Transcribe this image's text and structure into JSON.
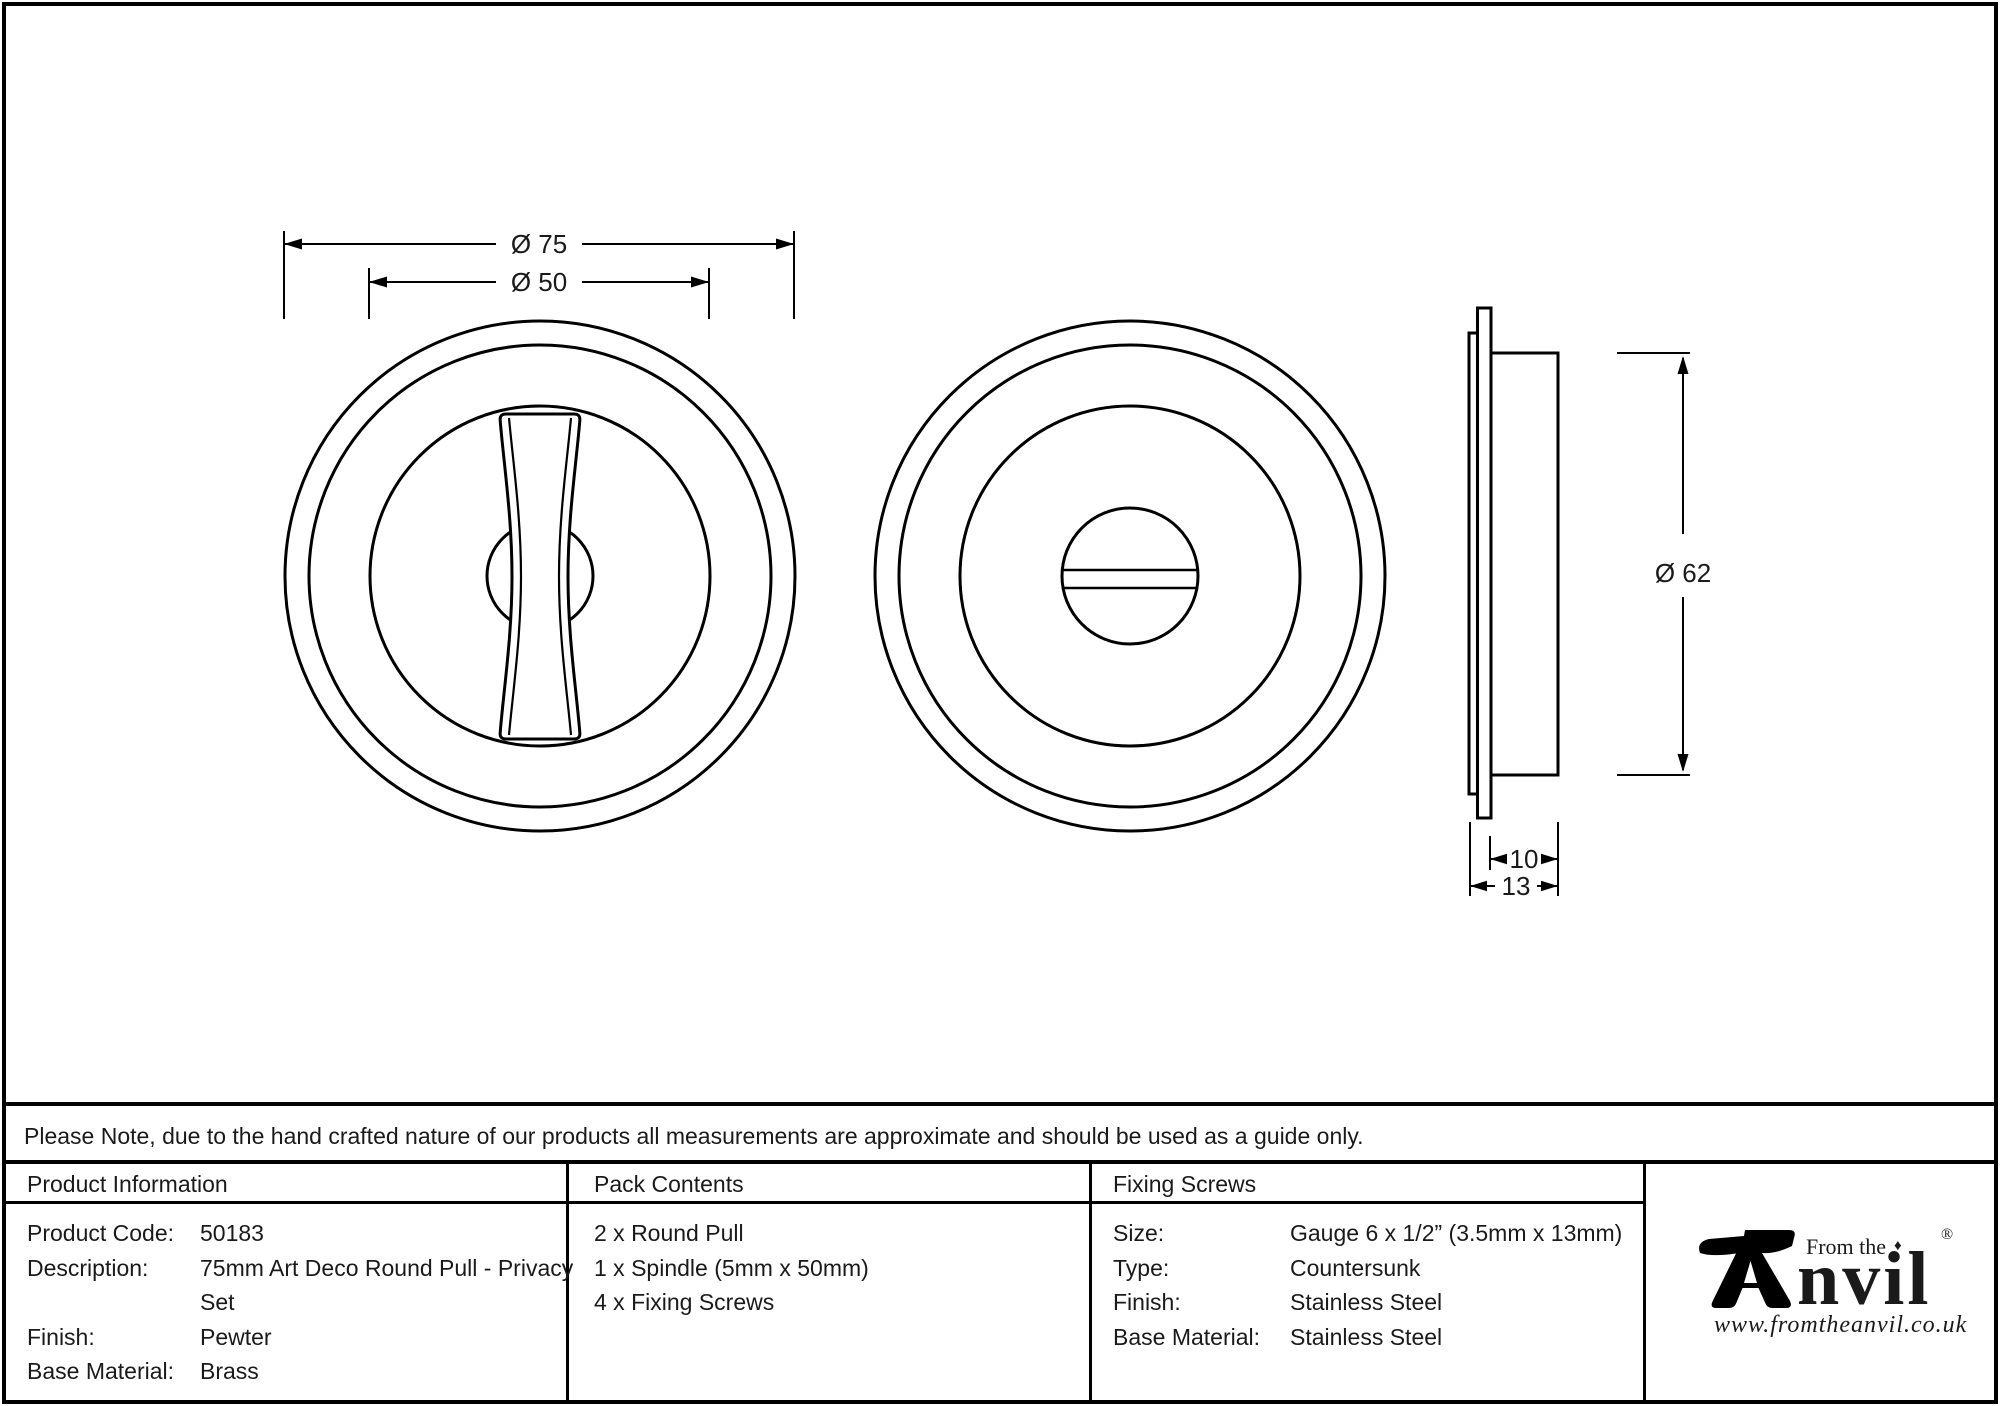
{
  "colors": {
    "ink": "#000000",
    "background": "#ffffff"
  },
  "drawing": {
    "dim_outer_diameter": "Ø 75",
    "dim_recess_diameter": "Ø 50",
    "dim_body_diameter": "Ø 62",
    "dim_body_depth": "10",
    "dim_total_depth": "13"
  },
  "note": "Please Note, due to the hand crafted nature of our products all measurements are approximate and should be used as a guide only.",
  "table": {
    "product_info": {
      "header": "Product Information",
      "rows": [
        {
          "label": "Product Code:",
          "value": "50183"
        },
        {
          "label": "Description:",
          "value": "75mm Art Deco Round Pull - Privacy"
        },
        {
          "label": "",
          "value": "Set"
        },
        {
          "label": "Finish:",
          "value": "Pewter"
        },
        {
          "label": "Base Material:",
          "value": "Brass"
        }
      ]
    },
    "pack_contents": {
      "header": "Pack Contents",
      "items": [
        "2 x Round Pull",
        "1 x Spindle (5mm x 50mm)",
        "4 x Fixing Screws"
      ]
    },
    "fixing_screws": {
      "header": "Fixing Screws",
      "rows": [
        {
          "label": "Size:",
          "value": "Gauge 6 x 1/2” (3.5mm x 13mm)"
        },
        {
          "label": "Type:",
          "value": "Countersunk"
        },
        {
          "label": "Finish:",
          "value": "Stainless Steel"
        },
        {
          "label": "Base Material:",
          "value": "Stainless Steel"
        }
      ]
    }
  },
  "logo": {
    "from_the": "From the",
    "diamond": "♦",
    "brand": "nvil",
    "registered": "®",
    "url": "www.fromtheanvil.co.uk"
  }
}
